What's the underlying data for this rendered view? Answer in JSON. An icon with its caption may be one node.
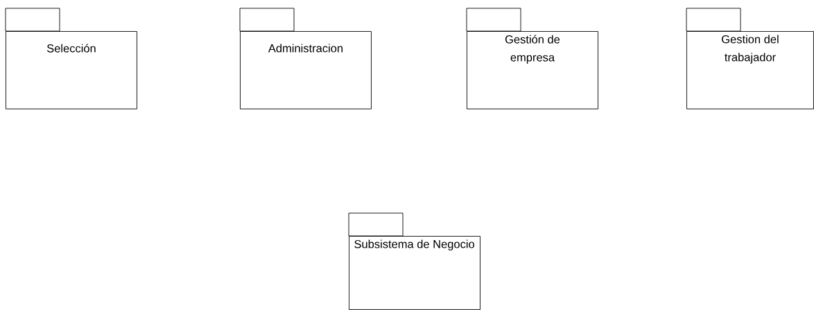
{
  "diagram": {
    "nodes": [
      {
        "text": [
          "Selección"
        ]
      },
      {
        "text": [
          "Administracion"
        ]
      },
      {
        "text": [
          "Gestión de empresa"
        ]
      },
      {
        "text": [
          "Gestion del trabajador"
        ]
      },
      {
        "text": [
          "Subsistema de Negocio"
        ]
      }
    ]
  }
}
